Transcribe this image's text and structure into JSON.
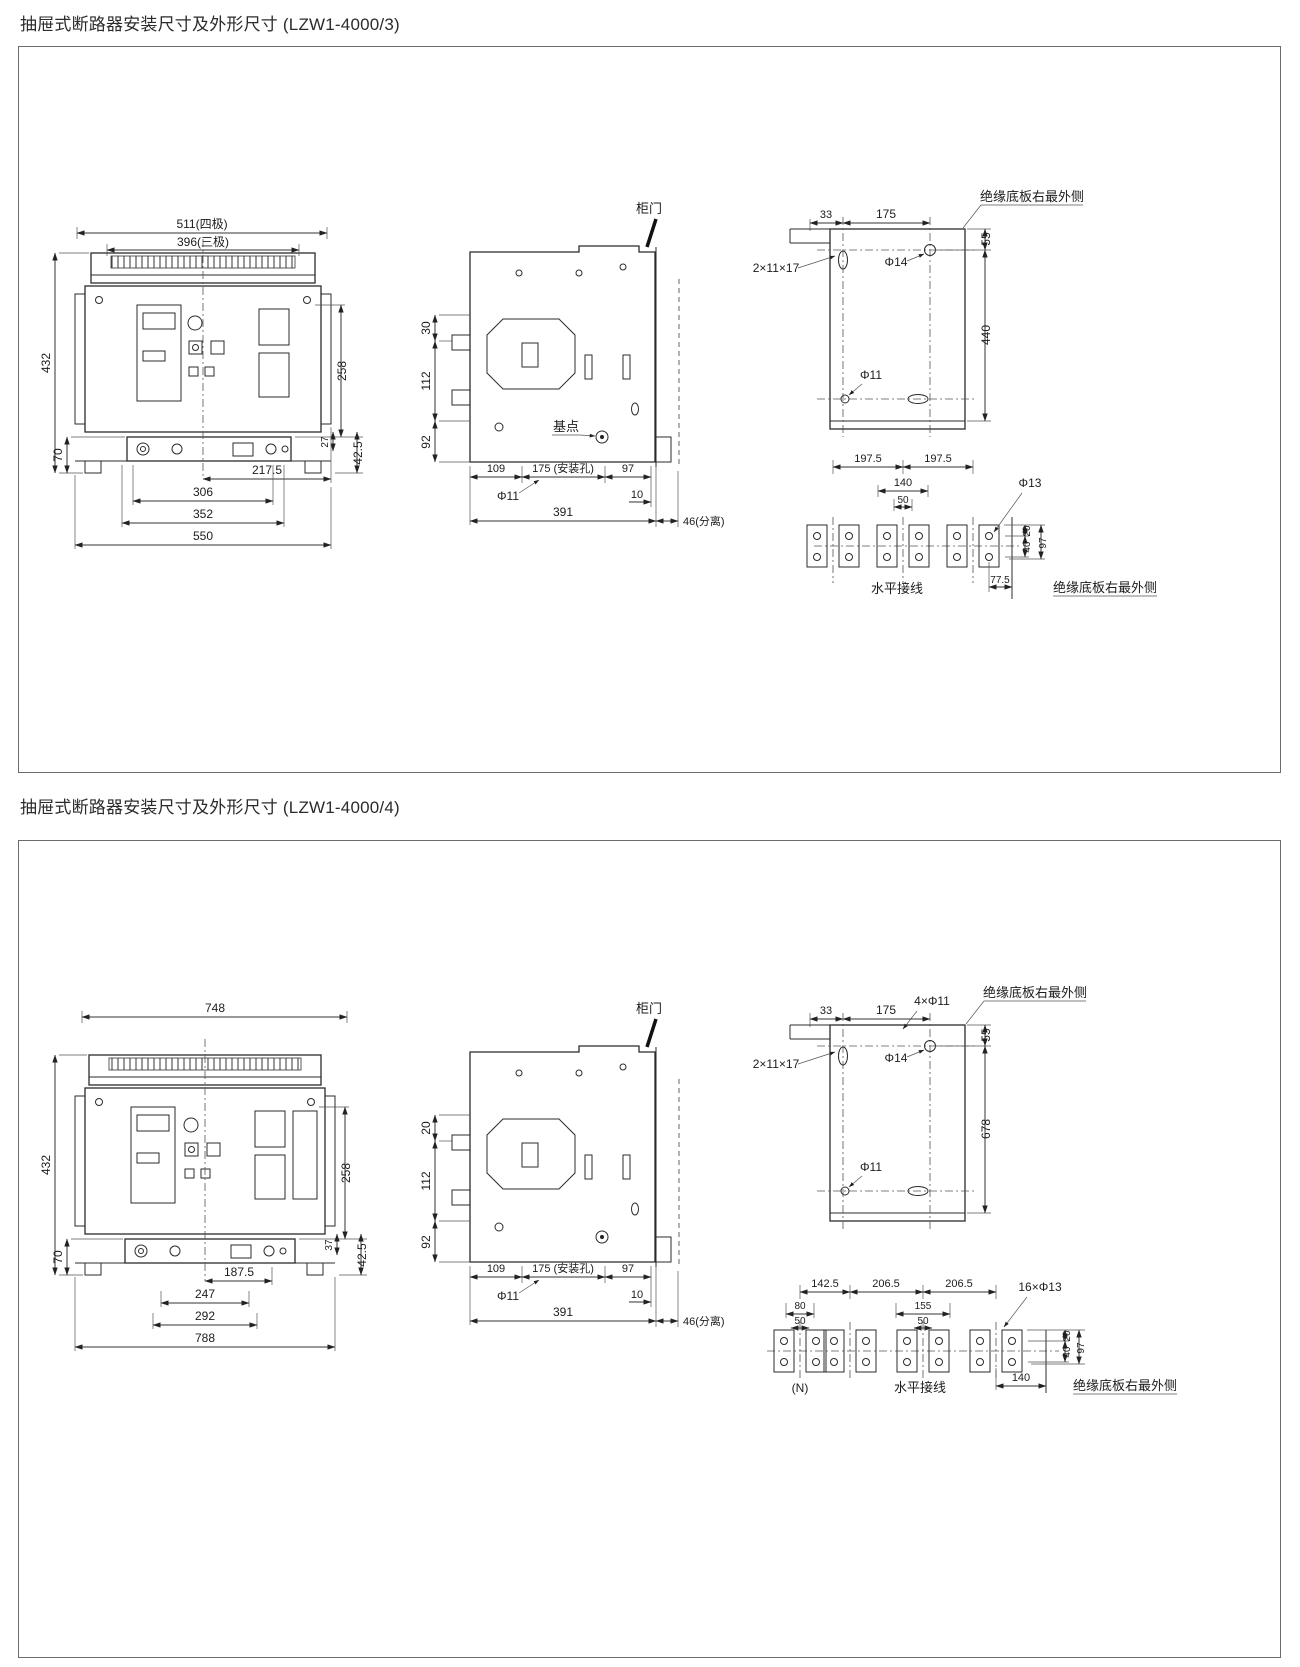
{
  "page": {
    "section1_title": "抽屉式断路器安装尺寸及外形尺寸 (LZW1-4000/3)",
    "section2_title": "抽屉式断路器安装尺寸及外形尺寸 (LZW1-4000/4)"
  },
  "s1": {
    "front": {
      "w511": "511(四极)",
      "w396": "396(三极)",
      "h432": "432",
      "h70": "70",
      "h258": "258",
      "h27": "27",
      "h42_5": "42.5",
      "w217_5": "217.5",
      "w306": "306",
      "w352": "352",
      "w550": "550"
    },
    "side": {
      "door": "柜门",
      "h30": "30",
      "h112": "112",
      "h92": "92",
      "base_point": "基点",
      "w109": "109",
      "w175": "175 (安装孔)",
      "w97": "97",
      "phi11": "Φ11",
      "w10": "10",
      "w391": "391",
      "w46": "46(分离)"
    },
    "rear": {
      "note": "绝缘底板右最外侧",
      "w33": "33",
      "w175": "175",
      "h55": "55",
      "slot": "2×11×17",
      "phi14": "Φ14",
      "h440": "440",
      "phi11": "Φ11"
    },
    "term": {
      "p197a": "197.5",
      "p197b": "197.5",
      "w140": "140",
      "w50": "50",
      "phi13": "Φ13",
      "h20": "20",
      "h40": "40",
      "h97": "97",
      "label": "水平接线",
      "w77_5": "77.5",
      "note": "绝缘底板右最外侧"
    }
  },
  "s2": {
    "front": {
      "w748": "748",
      "h432": "432",
      "h70": "70",
      "h258": "258",
      "h37": "37",
      "h42_5": "42.5",
      "w187_5": "187.5",
      "w247": "247",
      "w292": "292",
      "w788": "788"
    },
    "side": {
      "door": "柜门",
      "h20": "20",
      "h112": "112",
      "h92": "92",
      "w109": "109",
      "w175": "175 (安装孔)",
      "w97": "97",
      "phi11": "Φ11",
      "w10": "10",
      "w391": "391",
      "w46": "46(分离)"
    },
    "rear": {
      "note": "绝缘底板右最外侧",
      "holes4": "4×Φ11",
      "w33": "33",
      "w175": "175",
      "h55": "55",
      "slot": "2×11×17",
      "phi14": "Φ14",
      "h678": "678",
      "phi11": "Φ11"
    },
    "term": {
      "p142_5": "142.5",
      "p206a": "206.5",
      "p206b": "206.5",
      "holes16": "16×Φ13",
      "w80": "80",
      "w50a": "50",
      "w155": "155",
      "w50b": "50",
      "h20": "20",
      "h40": "40",
      "h97": "97",
      "n": "(N)",
      "label": "水平接线",
      "w140": "140",
      "note": "绝缘底板右最外侧"
    }
  }
}
